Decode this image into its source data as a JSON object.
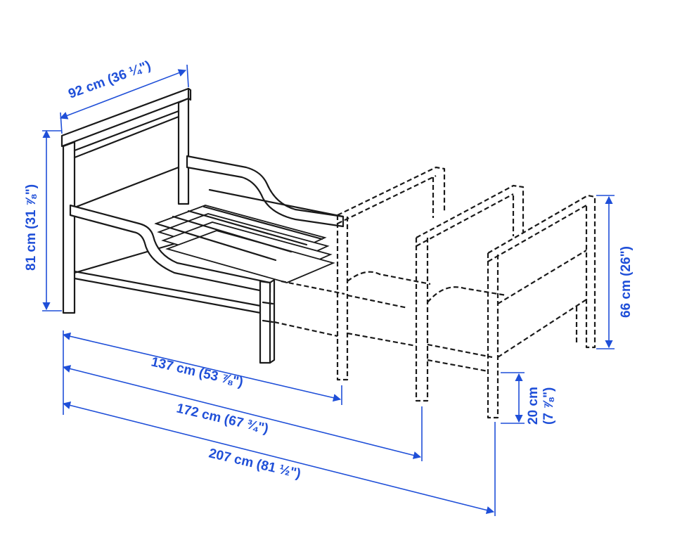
{
  "colors": {
    "dimension": "#1f4fd8",
    "line": "#1a1a1a",
    "background": "#ffffff"
  },
  "dimensions": {
    "width": "92 cm (36 ¼\")",
    "height": "81 cm (31 ⅞\")",
    "length_short": "137 cm (53 ⅞\")",
    "length_mid": "172 cm (67 ¾\")",
    "length_long": "207 cm (81 ½\")",
    "footboard_height": "66 cm (26\")",
    "clearance_line1": "20 cm",
    "clearance_line2": "(7 ⅞\")"
  }
}
